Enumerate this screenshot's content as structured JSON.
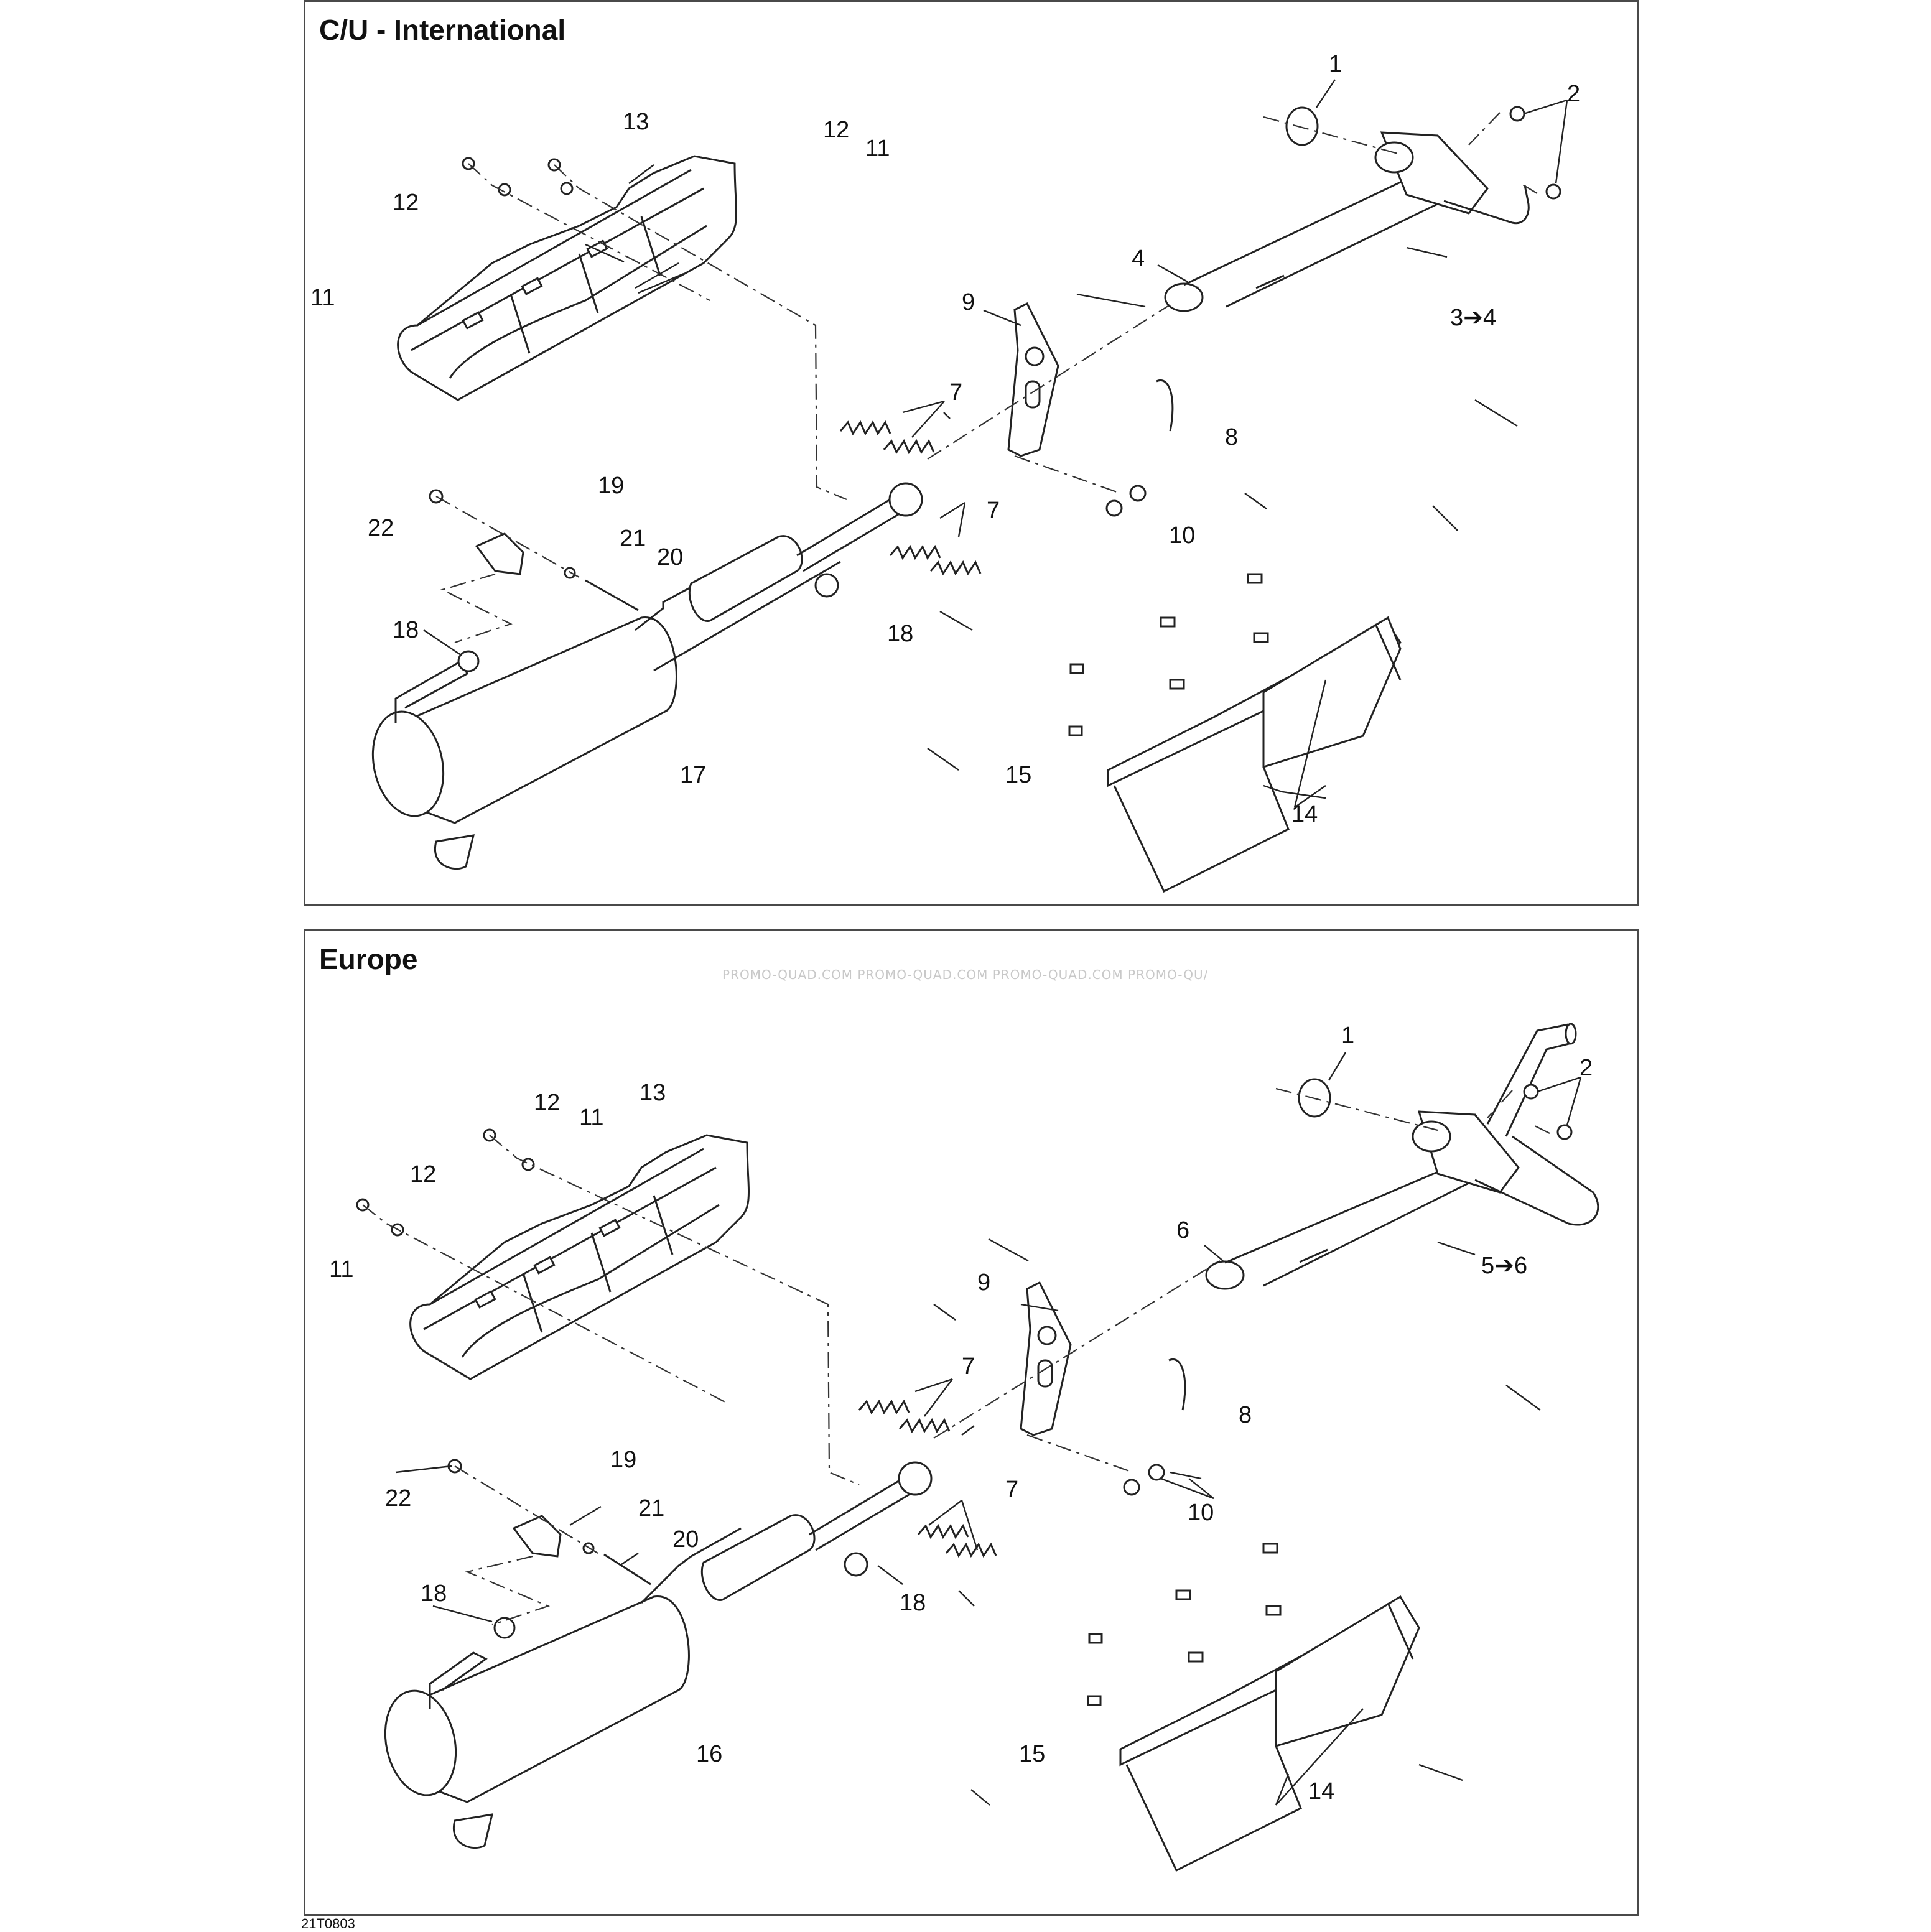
{
  "figure_code": "21T0803",
  "watermark": "PROMO-QUAD.COM   PROMO-QUAD.COM   PROMO-QUAD.COM   PROMO-QU/",
  "panels": [
    {
      "title": "C/U - International",
      "callouts": {
        "c1": "1",
        "c2": "2",
        "c3": "3➔4",
        "c4": "4",
        "c7a": "7",
        "c7b": "7",
        "c8": "8",
        "c9": "9",
        "c10": "10",
        "c11a": "11",
        "c11b": "11",
        "c12a": "12",
        "c12b": "12",
        "c13": "13",
        "c14": "14",
        "c15": "15",
        "c17": "17",
        "c18a": "18",
        "c18b": "18",
        "c19": "19",
        "c20": "20",
        "c21": "21",
        "c22": "22"
      }
    },
    {
      "title": "Europe",
      "callouts": {
        "c1": "1",
        "c2": "2",
        "c5": "5➔6",
        "c6": "6",
        "c7a": "7",
        "c7b": "7",
        "c8": "8",
        "c9": "9",
        "c10": "10",
        "c11a": "11",
        "c11b": "11",
        "c12a": "12",
        "c12b": "12",
        "c13": "13",
        "c14": "14",
        "c15": "15",
        "c16": "16",
        "c18a": "18",
        "c18b": "18",
        "c19": "19",
        "c20": "20",
        "c21": "21",
        "c22": "22"
      }
    }
  ]
}
